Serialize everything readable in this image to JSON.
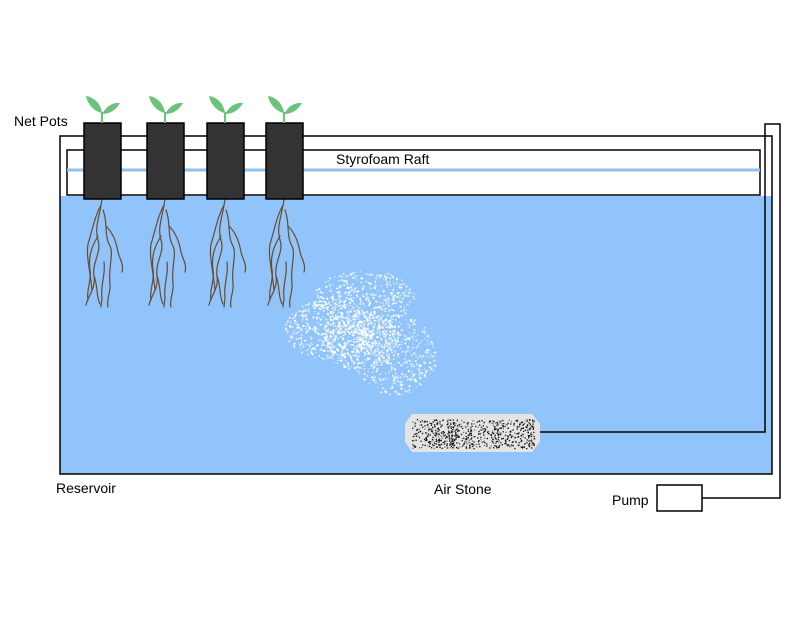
{
  "labels": {
    "net_pots": "Net Pots",
    "raft": "Styrofoam Raft",
    "reservoir": "Reservoir",
    "air_stone": "Air Stone",
    "pump": "Pump"
  },
  "net_pot_count": 4,
  "colors": {
    "water": "#90c4fa",
    "water_line": "#8fc0ee",
    "pot": "#333333",
    "leaf": "#6cc27c",
    "root": "#6b4a2c",
    "outline": "#000000",
    "air_stone": "#e4e4e4",
    "bubble": "#ffffff"
  }
}
